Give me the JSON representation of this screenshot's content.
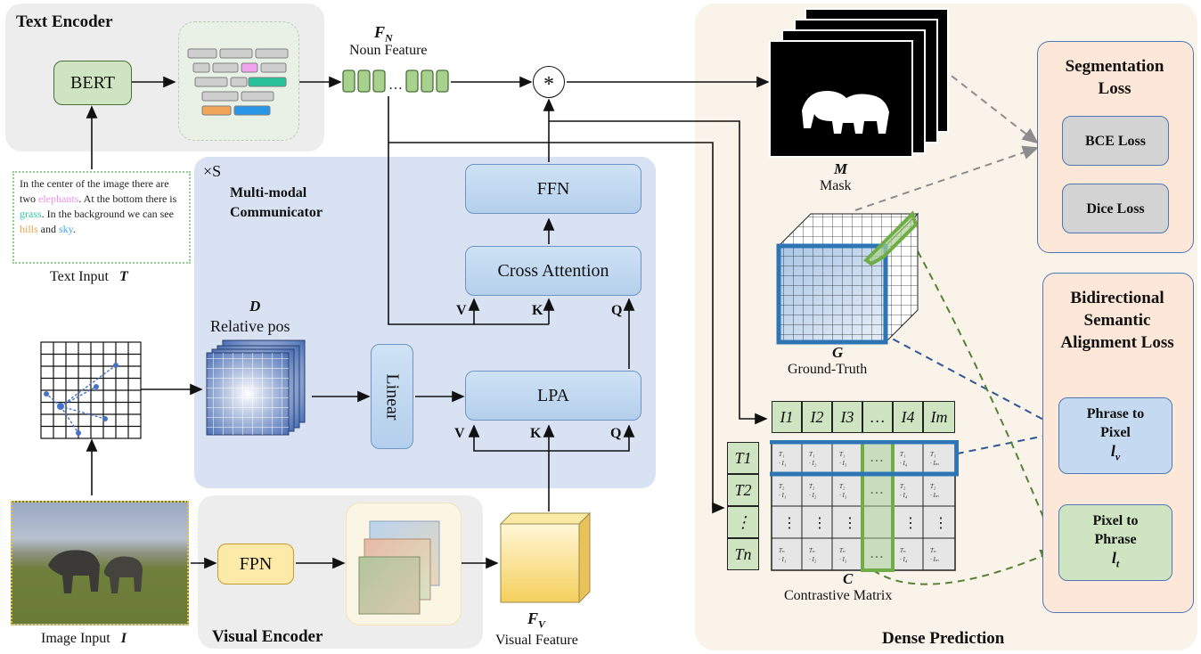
{
  "panels": {
    "text_encoder": "Text Encoder",
    "visual_encoder": "Visual Encoder",
    "dense_prediction": "Dense Prediction",
    "communicator_repeat": "×S",
    "communicator_title": "Multi-modal Communicator"
  },
  "blocks": {
    "bert": "BERT",
    "ffn": "FFN",
    "cross_attention": "Cross Attention",
    "lpa": "LPA",
    "linear": "Linear",
    "fpn": "FPN",
    "multiply": "*"
  },
  "qkv": {
    "v": "V",
    "k": "K",
    "q": "Q"
  },
  "text_input": {
    "segments": [
      {
        "text": "In the center of the image there are two ",
        "color": "#222222"
      },
      {
        "text": "elephants",
        "color": "#f090e8"
      },
      {
        "text": ". At the bottom there is ",
        "color": "#222222"
      },
      {
        "text": "grass",
        "color": "#2fc9a0"
      },
      {
        "text": ". In the background we can see ",
        "color": "#222222"
      },
      {
        "text": "hills",
        "color": "#f0a050"
      },
      {
        "text": " and ",
        "color": "#222222"
      },
      {
        "text": "sky",
        "color": "#3fa8ea"
      },
      {
        "text": ".",
        "color": "#222222"
      }
    ],
    "label": "Text Input",
    "symbol": "T"
  },
  "image_input": {
    "label": "Image Input",
    "symbol": "I"
  },
  "noun_feature": {
    "symbol": "F",
    "sub": "N",
    "label": "Noun Feature"
  },
  "visual_feature": {
    "symbol": "F",
    "sub": "V",
    "label": "Visual Feature"
  },
  "relative_pos": {
    "symbol": "D",
    "label": "Relative pos"
  },
  "mask": {
    "symbol": "M",
    "label": "Mask"
  },
  "ground_truth": {
    "symbol": "G",
    "label": "Ground-Truth"
  },
  "contrastive": {
    "symbol": "C",
    "label": "Contrastive Matrix",
    "cols": [
      "I1",
      "I2",
      "I3",
      "…",
      "I4",
      "Im"
    ],
    "rows": [
      "T1",
      "T2",
      "⋮",
      "Tn"
    ]
  },
  "losses": {
    "segmentation_title": "Segmentation Loss",
    "bce": "BCE Loss",
    "dice": "Dice Loss",
    "bidirectional_title": "Bidirectional Semantic Alignment Loss",
    "phrase_to_pixel": "Phrase to Pixel",
    "phrase_to_pixel_sym": "l",
    "phrase_to_pixel_sub": "v",
    "pixel_to_phrase": "Pixel to Phrase",
    "pixel_to_phrase_sym": "l",
    "pixel_to_phrase_sub": "t"
  },
  "colors": {
    "encoder_panel": "#ededed",
    "communicator_panel": "#d8e2f2",
    "dense_panel": "#faf3ea",
    "blue_block": "#bcd4ee",
    "green_block": "#cfe5c2",
    "yellow_block": "#fde9a8",
    "gray_loss": "#d3d3d3",
    "blue_dash": "#2f5597",
    "green_dash": "#548235",
    "gray_dash": "#8c8c8c"
  }
}
